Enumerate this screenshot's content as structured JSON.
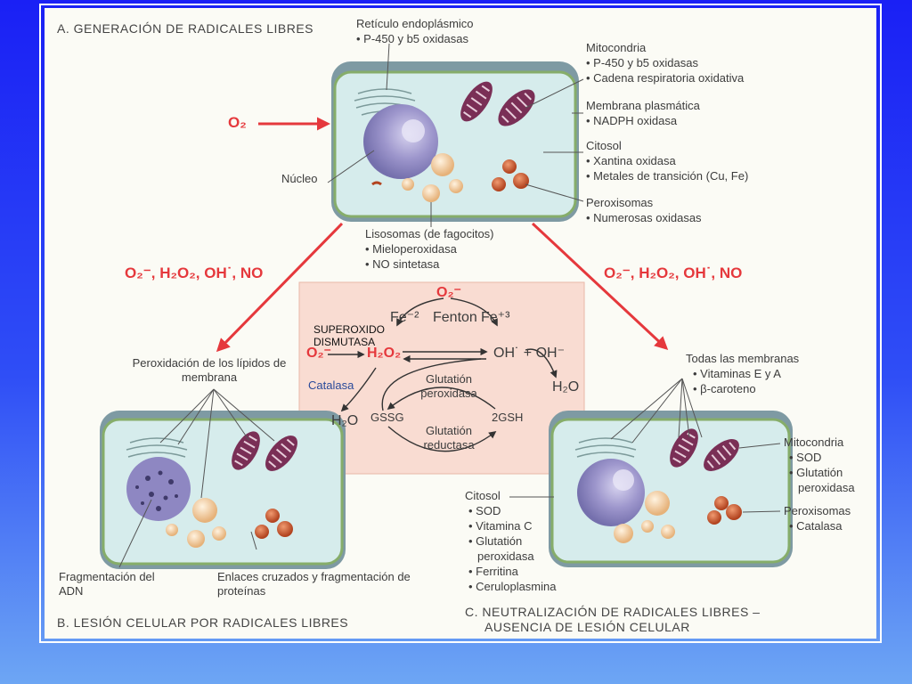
{
  "section_a": {
    "title": "A. GENERACIÓN DE RADICALES LIBRES",
    "o2_input": "O₂",
    "reticulo": {
      "title": "Retículo endoplásmico",
      "items": [
        "• P-450 y b5 oxidasas"
      ]
    },
    "mitocondria": {
      "title": "Mitocondria",
      "items": [
        "• P-450 y b5 oxidasas",
        "• Cadena respiratoria oxidativa"
      ]
    },
    "membrana": {
      "title": "Membrana plasmática",
      "items": [
        "• NADPH oxidasa"
      ]
    },
    "citosol": {
      "title": "Citosol",
      "items": [
        "• Xantina oxidasa",
        "• Metales de transición (Cu, Fe)"
      ]
    },
    "peroxisomas": {
      "title": "Peroxisomas",
      "items": [
        "• Numerosas oxidasas"
      ]
    },
    "nucleo": "Núcleo",
    "lisosomas": {
      "title": "Lisosomas (de fagocitos)",
      "items": [
        "• Mieloperoxidasa",
        "• NO sintetasa"
      ]
    }
  },
  "radicals": {
    "left": "O₂⁻, H₂O₂, OH˙, NO",
    "right": "O₂⁻, H₂O₂, OH˙, NO"
  },
  "reactions": {
    "superoxide_dismutase": "SUPEROXIDO DISMUTASA",
    "o2_top": "O₂⁻",
    "fe2": "Fe⁻²",
    "fenton": "Fenton",
    "fe3": "Fe⁺³",
    "o2_left": "O₂⁻",
    "h2o2": "H₂O₂",
    "oh_products": "OH˙ + OH⁻",
    "catalasa": "Catalasa",
    "h2o_left": "H₂O",
    "h2o_right": "H₂O",
    "glutation_peroxidasa": "Glutatión peroxidasa",
    "gssg": "GSSG",
    "gsh": "2GSH",
    "glutation_reductasa": "Glutatión reductasa"
  },
  "section_b": {
    "title": "B. LESIÓN CELULAR POR RADICALES LIBRES",
    "peroxidacion": "Peroxidación de los lípidos de membrana",
    "fragmentacion": "Fragmentación del ADN",
    "enlaces": "Enlaces cruzados y fragmentación de proteínas"
  },
  "section_c": {
    "title_line1": "C. NEUTRALIZACIÓN DE RADICALES LIBRES –",
    "title_line2": "AUSENCIA DE LESIÓN CELULAR",
    "membranas": {
      "title": "Todas las membranas",
      "items": [
        "• Vitaminas E y A",
        "• β-caroteno"
      ]
    },
    "mitocondria": {
      "title": "Mitocondria",
      "items": [
        "• SOD",
        "• Glutatión",
        "peroxidasa"
      ]
    },
    "citosol": {
      "title": "Citosol",
      "items": [
        "• SOD",
        "• Vitamina C",
        "• Glutatión",
        "peroxidasa",
        "• Ferritina",
        "• Ceruloplasmina"
      ]
    },
    "peroxisomas": {
      "title": "Peroxisomas",
      "items": [
        "• Catalasa"
      ]
    }
  },
  "colors": {
    "background_blue": "#1a20f5",
    "panel": "#fbfbf5",
    "cell_fill": "#d6ecec",
    "cell_border": "#86ad6a",
    "arrow_red": "#e5383c",
    "reaction_box": "#f9dcd2",
    "nucleus": "#8e87c2",
    "mitochondria": "#7a2f56",
    "lysosome": "#f1c795",
    "peroxisome": "#c8552f"
  }
}
